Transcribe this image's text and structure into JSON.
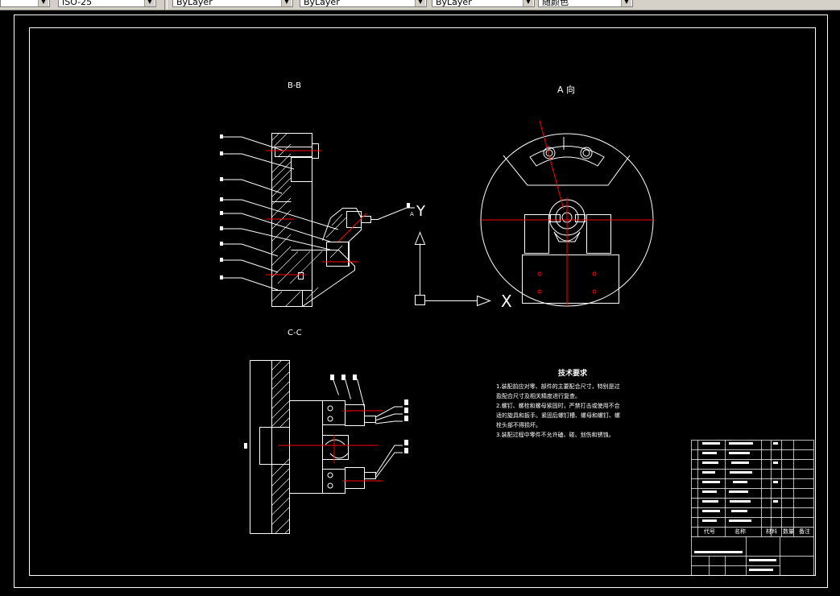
{
  "toolbar": {
    "combos": [
      {
        "text": "",
        "width": 62
      },
      {
        "text": "ISO-25",
        "width": 122
      },
      {
        "text": "ByLayer",
        "width": 150
      },
      {
        "text": "ByLayer",
        "width": 158
      },
      {
        "text": "ByLayer",
        "width": 128
      },
      {
        "text": "随颜色",
        "width": 118
      }
    ]
  },
  "drawing": {
    "view_bb": "B-B",
    "view_a": "A 向",
    "view_cc": "C-C",
    "ucs_x": "X",
    "ucs_y": "Y",
    "arrow_a_label": "A",
    "tech_title": "技术要求",
    "tech_lines": [
      "1.装配前应对零、部件的主要配合尺寸，特别是过",
      "盈配合尺寸及相关精度进行复查。",
      "2.螺钉、螺栓和螺母紧固时，严禁打击或使用不合",
      "适的旋具和扳手。紧固后螺钉槽、螺母和螺钉、螺",
      "栓头部不得损坏。",
      "3.装配过程中零件不允许磕、碰、划伤和锈蚀。"
    ],
    "title_block": {
      "col_code": "代号",
      "col_name": "名称",
      "col_material": "材料",
      "col_qty": "数量",
      "col_note": "备注"
    }
  },
  "colors": {
    "background": "#000000",
    "line": "#ffffff",
    "centerline": "#ff0000",
    "toolbar": "#d4d0c8"
  }
}
